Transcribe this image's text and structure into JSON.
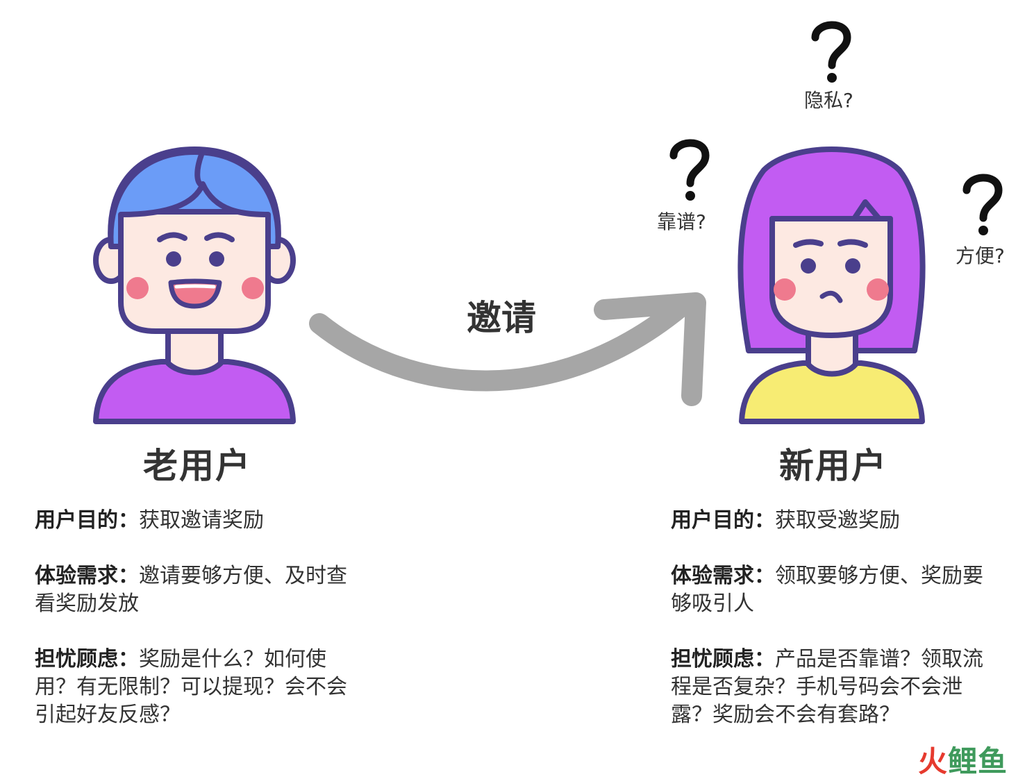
{
  "arrow_label": "邀请",
  "old_user": {
    "title": "老用户",
    "goal_label": "用户目的：",
    "goal_text": "获取邀请奖励",
    "needs_label": "体验需求：",
    "needs_text": "邀请要够方便、及时查看奖励发放",
    "concerns_label": "担忧顾虑：",
    "concerns_text": "奖励是什么？如何使用？有无限制？可以提现？会不会引起好友反感？"
  },
  "new_user": {
    "title": "新用户",
    "goal_label": "用户目的：",
    "goal_text": "获取受邀奖励",
    "needs_label": "体验需求：",
    "needs_text": "领取要够方便、奖励要够吸引人",
    "concerns_label": "担忧顾虑：",
    "concerns_text": "产品是否靠谱？领取流程是否复杂？手机号码会不会泄露？奖励会不会有套路？"
  },
  "questions": {
    "privacy": "隐私?",
    "reliable": "靠谱?",
    "convenient": "方便?"
  },
  "watermark": {
    "part1": "火",
    "part2": "鲤鱼"
  },
  "colors": {
    "outline": "#4a3f8c",
    "boy_hair": "#6b9cf7",
    "girl_hair": "#c25cf2",
    "skin": "#fde9e2",
    "cheek": "#ef7a8e",
    "boy_shirt": "#c25cf2",
    "girl_shirt": "#f7ec73",
    "arrow": "#a6a6a6",
    "watermark_red": "#e63a2e",
    "watermark_green": "#3f9a5c"
  }
}
